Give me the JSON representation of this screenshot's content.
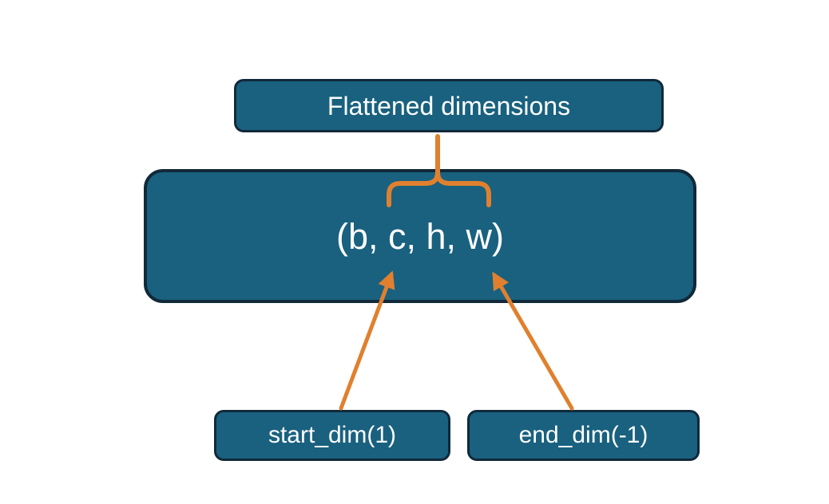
{
  "diagram": {
    "nodes": {
      "flattened": {
        "label": "Flattened dimensions"
      },
      "tuple": {
        "label": "(b, c, h, w)"
      },
      "start_dim": {
        "label": "start_dim(1)"
      },
      "end_dim": {
        "label": "end_dim(-1)"
      }
    }
  },
  "colors": {
    "box_fill": "#19617f",
    "box_border": "#11293a",
    "text": "#ffffff",
    "arrow": "#e0802e",
    "background": "#ffffff"
  }
}
